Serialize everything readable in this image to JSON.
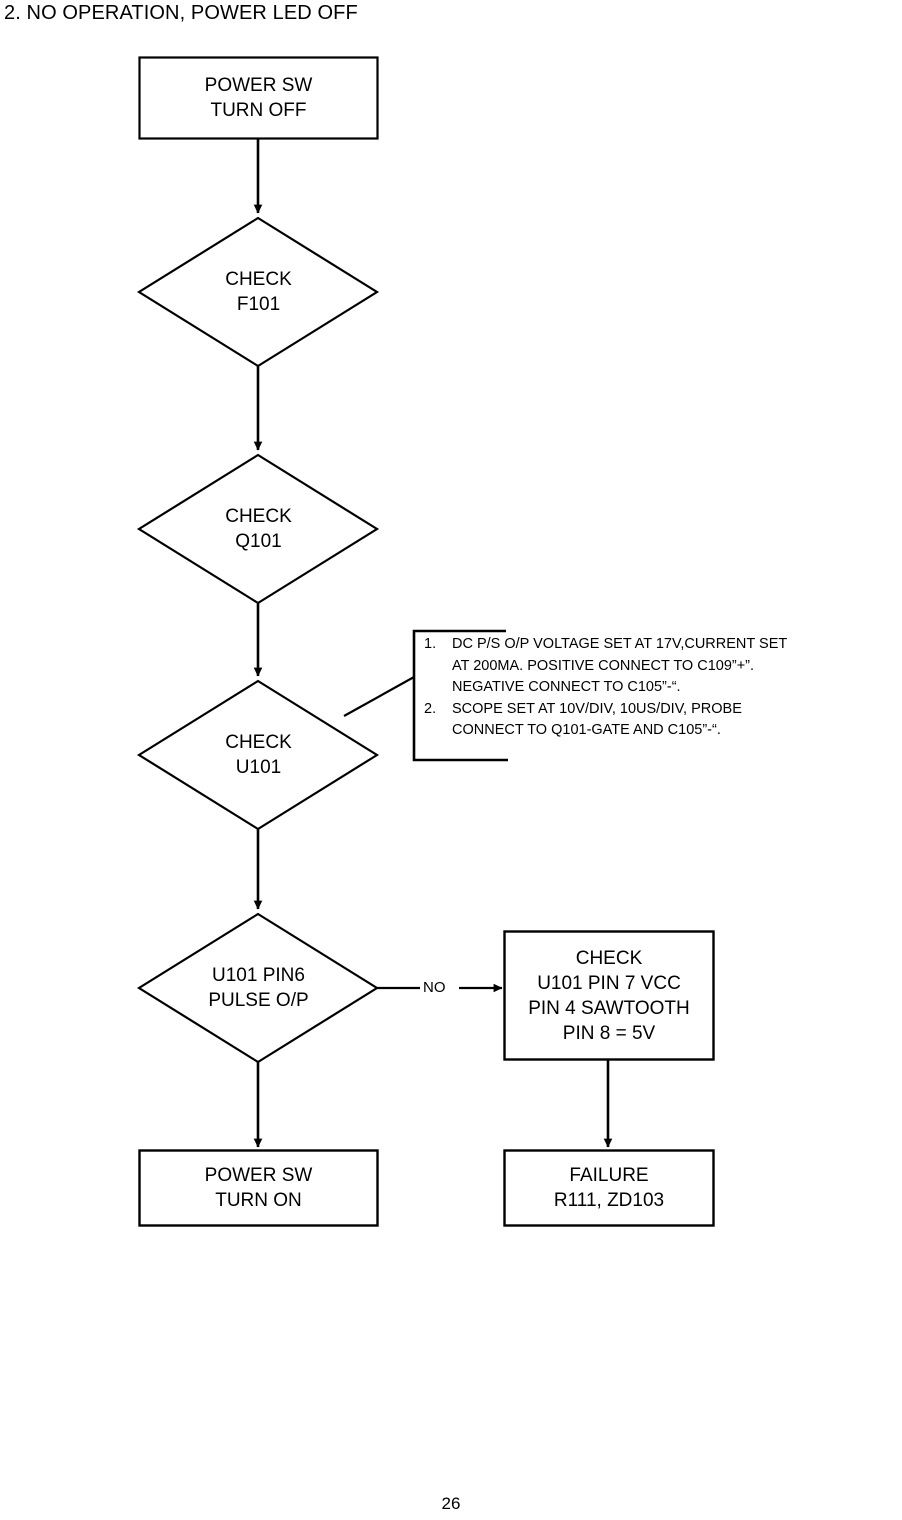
{
  "page": {
    "heading": "2. NO OPERATION, POWER LED OFF",
    "page_number": "26"
  },
  "flowchart": {
    "nodes": [
      {
        "id": "power-sw-turn-off",
        "shape": "box",
        "lines": [
          "POWER SW",
          "TURN OFF"
        ]
      },
      {
        "id": "check-f101",
        "shape": "diamond",
        "lines": [
          "CHECK",
          "F101"
        ]
      },
      {
        "id": "check-q101",
        "shape": "diamond",
        "lines": [
          "CHECK",
          "Q101"
        ]
      },
      {
        "id": "check-u101",
        "shape": "diamond",
        "lines": [
          "CHECK",
          "U101"
        ]
      },
      {
        "id": "u101-pin6-pulse",
        "shape": "diamond",
        "lines": [
          "U101 PIN6",
          "PULSE O/P"
        ]
      },
      {
        "id": "check-u101-pins",
        "shape": "box",
        "lines": [
          "CHECK",
          "U101 PIN 7 VCC",
          "PIN 4 SAWTOOTH",
          "PIN 8 = 5V"
        ]
      },
      {
        "id": "power-sw-turn-on",
        "shape": "box",
        "lines": [
          "POWER SW",
          "TURN ON"
        ]
      },
      {
        "id": "failure-r111-zd103",
        "shape": "box",
        "lines": [
          "FAILURE",
          "R111, ZD103"
        ]
      }
    ],
    "edge_labels": [
      {
        "id": "no-branch",
        "text": "NO"
      }
    ]
  },
  "callout": {
    "items": [
      {
        "number": "1.",
        "lines": [
          "DC P/S O/P VOLTAGE SET AT 17V,CURRENT SET",
          "AT 200MA. POSITIVE CONNECT TO C109”+”.",
          "NEGATIVE CONNECT TO C105”-“."
        ]
      },
      {
        "number": "2.",
        "lines": [
          "SCOPE SET AT 10V/DIV, 10US/DIV, PROBE",
          "CONNECT TO Q101-GATE AND C105”-“."
        ]
      }
    ]
  },
  "colors": {
    "ink": "#000000",
    "paper": "#ffffff"
  }
}
